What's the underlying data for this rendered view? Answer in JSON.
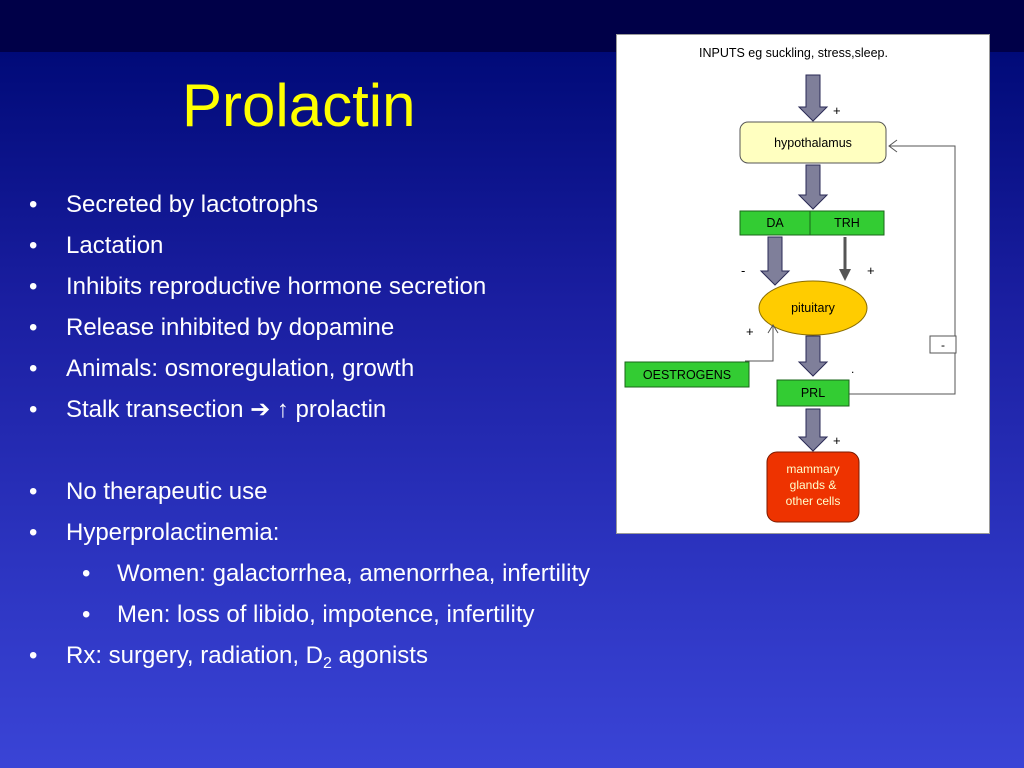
{
  "slide": {
    "title": "Prolactin",
    "bullets": [
      {
        "text": "Secreted by lactotrophs"
      },
      {
        "text": "Lactation"
      },
      {
        "text": "Inhibits reproductive hormone secretion"
      },
      {
        "text": "Release inhibited by dopamine"
      },
      {
        "text": "Animals: osmoregulation, growth"
      },
      {
        "pre": "Stalk transection ",
        "arrow": "➔",
        "up": "↑",
        "post": " prolactin"
      },
      {
        "text": "No therapeutic use"
      },
      {
        "text": "Hyperprolactinemia:"
      },
      {
        "text": "Women: galactorrhea, amenorrhea, infertility"
      },
      {
        "text": "Men: loss of libido, impotence, infertility"
      },
      {
        "pre": "Rx: surgery, radiation, D",
        "sub": "2",
        "post": " agonists"
      }
    ],
    "bullet_symbol": "•"
  },
  "diagram": {
    "inputs": "INPUTS eg suckling, stress,sleep.",
    "hypothalamus": "hypothalamus",
    "da": "DA",
    "trh": "TRH",
    "pituitary": "pituitary",
    "oestrogens": "OESTROGENS",
    "prl": "PRL",
    "mammary_line1": "mammary",
    "mammary_line2": "glands &",
    "mammary_line3": "other cells",
    "plus": "+",
    "minus": "-",
    "colors": {
      "hypothalamus_fill": "#ffffc0",
      "green_fill": "#33cc33",
      "pituitary_fill": "#ffcc00",
      "mammary_fill": "#ee3300",
      "arrow_fill": "#7f7f9a"
    }
  }
}
